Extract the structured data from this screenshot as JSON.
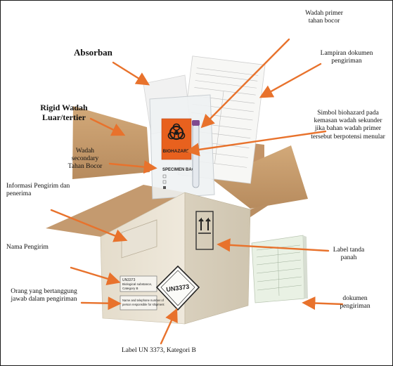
{
  "labels": {
    "wadah_primer": "Wadah primer\ntahan bocor",
    "absorban": "Absorban",
    "lampiran": "Lampiran dokumen\npengiriman",
    "rigid": "Rigid Wadah\nLuar/tertier",
    "simbol": "Simbol biohazard pada\nkemasan wadah sekunder\njika bahan wadah primer\ntersebut  berpotensi menular",
    "wadah_sekunder": "Wadah\nsecondary\nTahan Bocor",
    "info_pengirim": "Informasi Pengirim dan\npenerima",
    "nama_pengirim": "Nama Pengirim",
    "label_panah": "Label tanda\npanah",
    "orang": "Orang yang bertanggung\njawab dalam pengiriman",
    "dokumen": "dokumen\npengiriman",
    "un3373_label": "Label UN 3373, Kategori B"
  },
  "box_print": {
    "un_diamond": "UN3373",
    "biohazard": "BIOHAZARD",
    "specimen_bag": "SPECIMEN BAG",
    "label_line1": "UN3373",
    "label_line2": "Biological substance,",
    "label_line3": "Category B",
    "name_line1": "Name and telephone number of",
    "name_line2": "person responsible for shipment"
  },
  "colors": {
    "arrow": "#E8722C",
    "cardboard": "#C9A077",
    "box_white": "#E9E3D6",
    "biohazard": "#E8611E"
  }
}
